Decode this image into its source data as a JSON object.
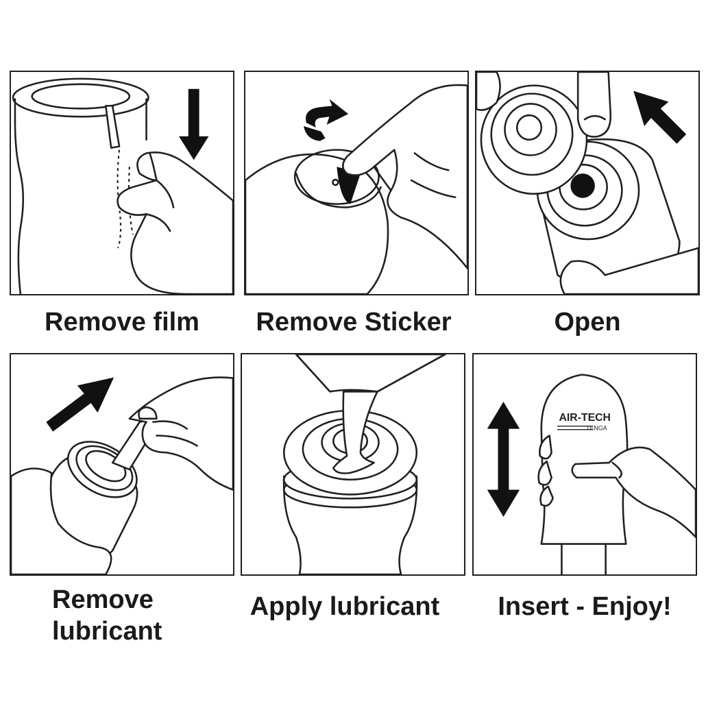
{
  "steps": [
    {
      "caption": "Remove film",
      "icon": "film-peel-illustration"
    },
    {
      "caption": "Remove Sticker",
      "icon": "sticker-peel-illustration"
    },
    {
      "caption": "Open",
      "icon": "cap-open-illustration"
    },
    {
      "caption_line1": "Remove",
      "caption_line2": "lubricant",
      "icon": "lubricant-pull-illustration"
    },
    {
      "caption": "Apply lubricant",
      "icon": "lubricant-pour-illustration"
    },
    {
      "caption": "Insert - Enjoy!",
      "icon": "product-in-hand-illustration"
    }
  ],
  "product": {
    "brand": "AIR-TECH",
    "maker": "TENGA"
  },
  "colors": {
    "ink": "#231f20",
    "paper": "#ffffff"
  }
}
